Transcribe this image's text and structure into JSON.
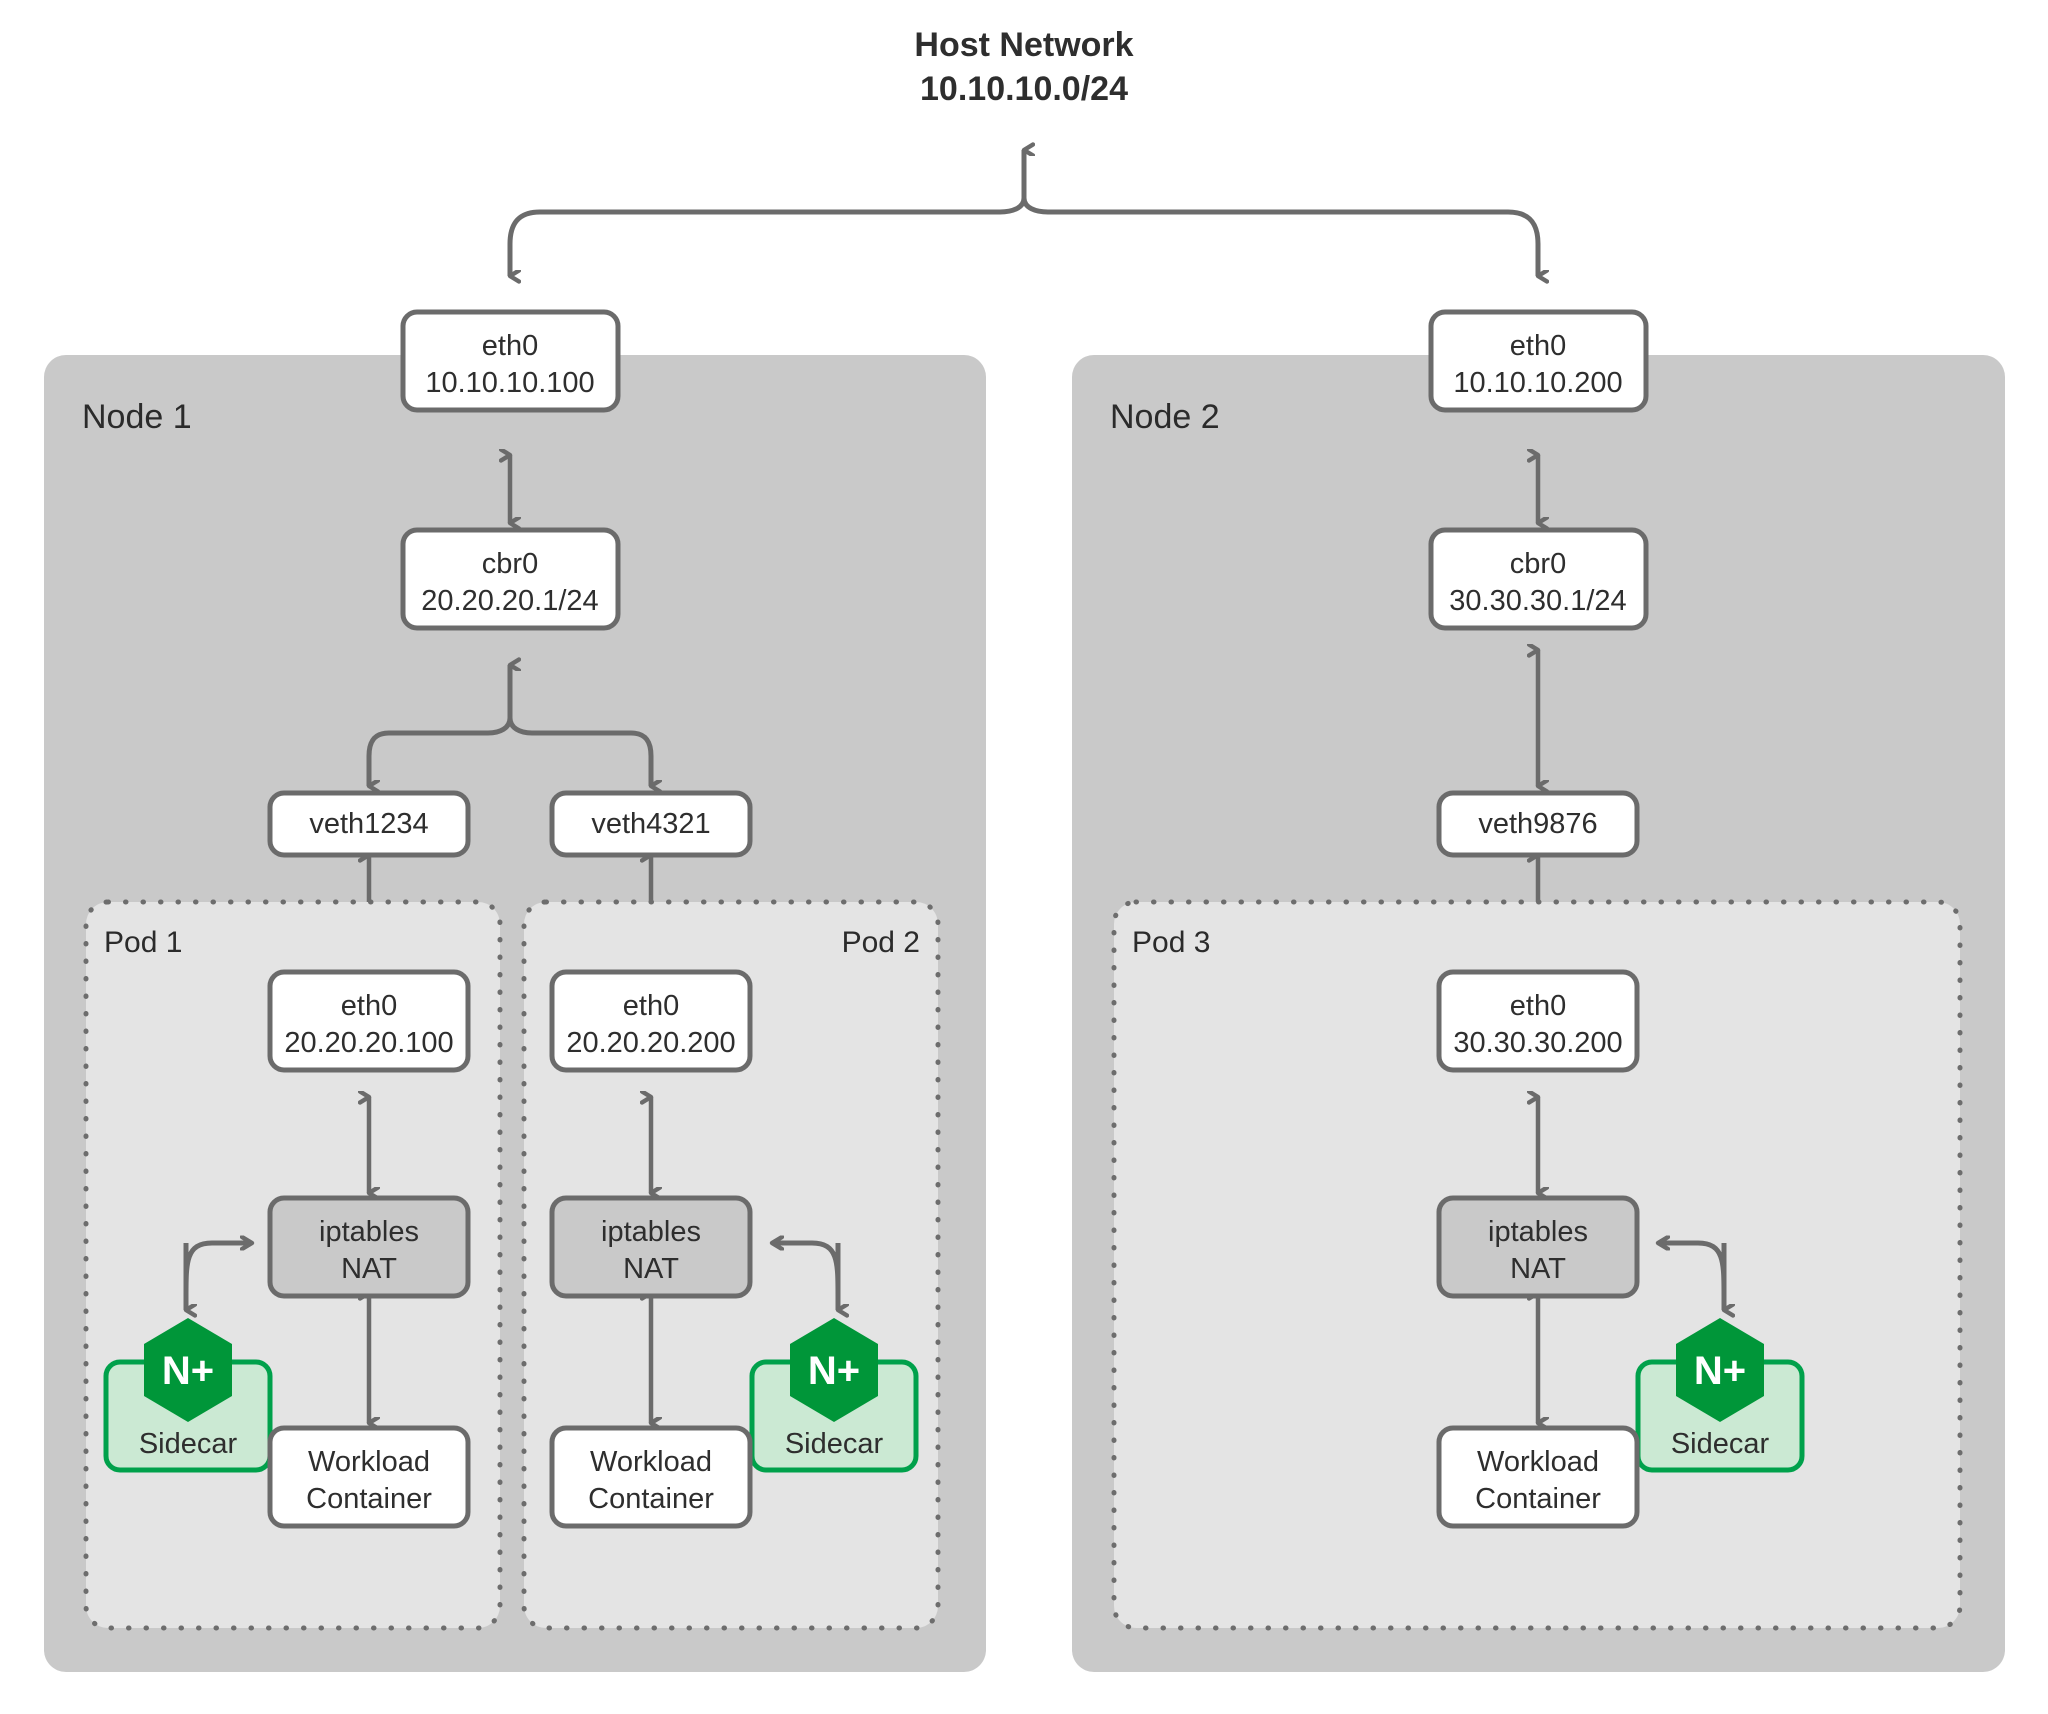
{
  "diagram": {
    "title_line1": "Host Network",
    "title_line2": "10.10.10.0/24",
    "colors": {
      "node_fill": "#c9c9c9",
      "pod_fill": "#e4e4e4",
      "box_fill": "#ffffff",
      "box_stroke": "#6b6b6b",
      "nat_fill": "#c9c9c9",
      "sidecar_fill": "#cbe9d3",
      "sidecar_stroke": "#00a14b",
      "nginx_green": "#009639",
      "text": "#2e2e2e"
    },
    "nodes": [
      {
        "label": "Node 1",
        "host_nic": {
          "line1": "eth0",
          "line2": "10.10.10.100"
        },
        "bridge": {
          "line1": "cbr0",
          "line2": "20.20.20.1/24"
        },
        "veths": [
          {
            "label": "veth1234"
          },
          {
            "label": "veth4321"
          }
        ],
        "pods": [
          {
            "label": "Pod 1",
            "label_align": "left",
            "eth": {
              "line1": "eth0",
              "line2": "20.20.20.100"
            },
            "nat": {
              "line1": "iptables",
              "line2": "NAT"
            },
            "sidecar": {
              "label": "Sidecar",
              "logo": "N+",
              "side": "left"
            },
            "workload": {
              "line1": "Workload",
              "line2": "Container"
            }
          },
          {
            "label": "Pod 2",
            "label_align": "right",
            "eth": {
              "line1": "eth0",
              "line2": "20.20.20.200"
            },
            "nat": {
              "line1": "iptables",
              "line2": "NAT"
            },
            "sidecar": {
              "label": "Sidecar",
              "logo": "N+",
              "side": "right"
            },
            "workload": {
              "line1": "Workload",
              "line2": "Container"
            }
          }
        ]
      },
      {
        "label": "Node 2",
        "host_nic": {
          "line1": "eth0",
          "line2": "10.10.10.200"
        },
        "bridge": {
          "line1": "cbr0",
          "line2": "30.30.30.1/24"
        },
        "veths": [
          {
            "label": "veth9876"
          }
        ],
        "pods": [
          {
            "label": "Pod 3",
            "label_align": "left",
            "eth": {
              "line1": "eth0",
              "line2": "30.30.30.200"
            },
            "nat": {
              "line1": "iptables",
              "line2": "NAT"
            },
            "sidecar": {
              "label": "Sidecar",
              "logo": "N+",
              "side": "right"
            },
            "workload": {
              "line1": "Workload",
              "line2": "Container"
            }
          }
        ]
      }
    ]
  }
}
